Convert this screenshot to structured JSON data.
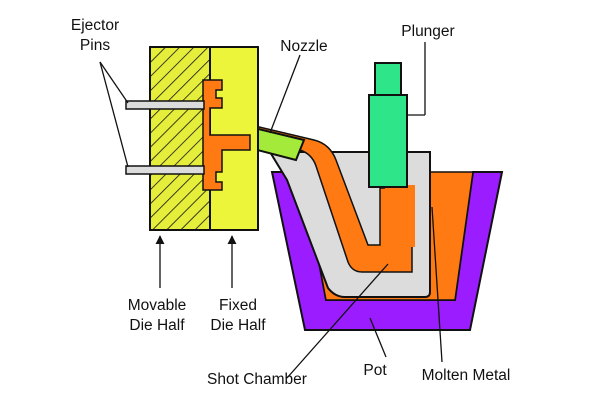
{
  "labels": {
    "ejector_pins": [
      "Ejector",
      "Pins"
    ],
    "nozzle": "Nozzle",
    "plunger": "Plunger",
    "movable_die_half": [
      "Movable",
      "Die Half"
    ],
    "fixed_die_half": [
      "Fixed",
      "Die Half"
    ],
    "shot_chamber": "Shot Chamber",
    "pot": "Pot",
    "molten_metal": "Molten Metal"
  },
  "colors": {
    "movable_die": "#e6ee3c",
    "fixed_die": "#ecf53a",
    "molten_metal": "#ff7a12",
    "pot": "#9b1dff",
    "plunger": "#2ee58a",
    "nozzle": "#a4ea3a",
    "steel": "#dcdcdc",
    "outline": "#111111"
  }
}
